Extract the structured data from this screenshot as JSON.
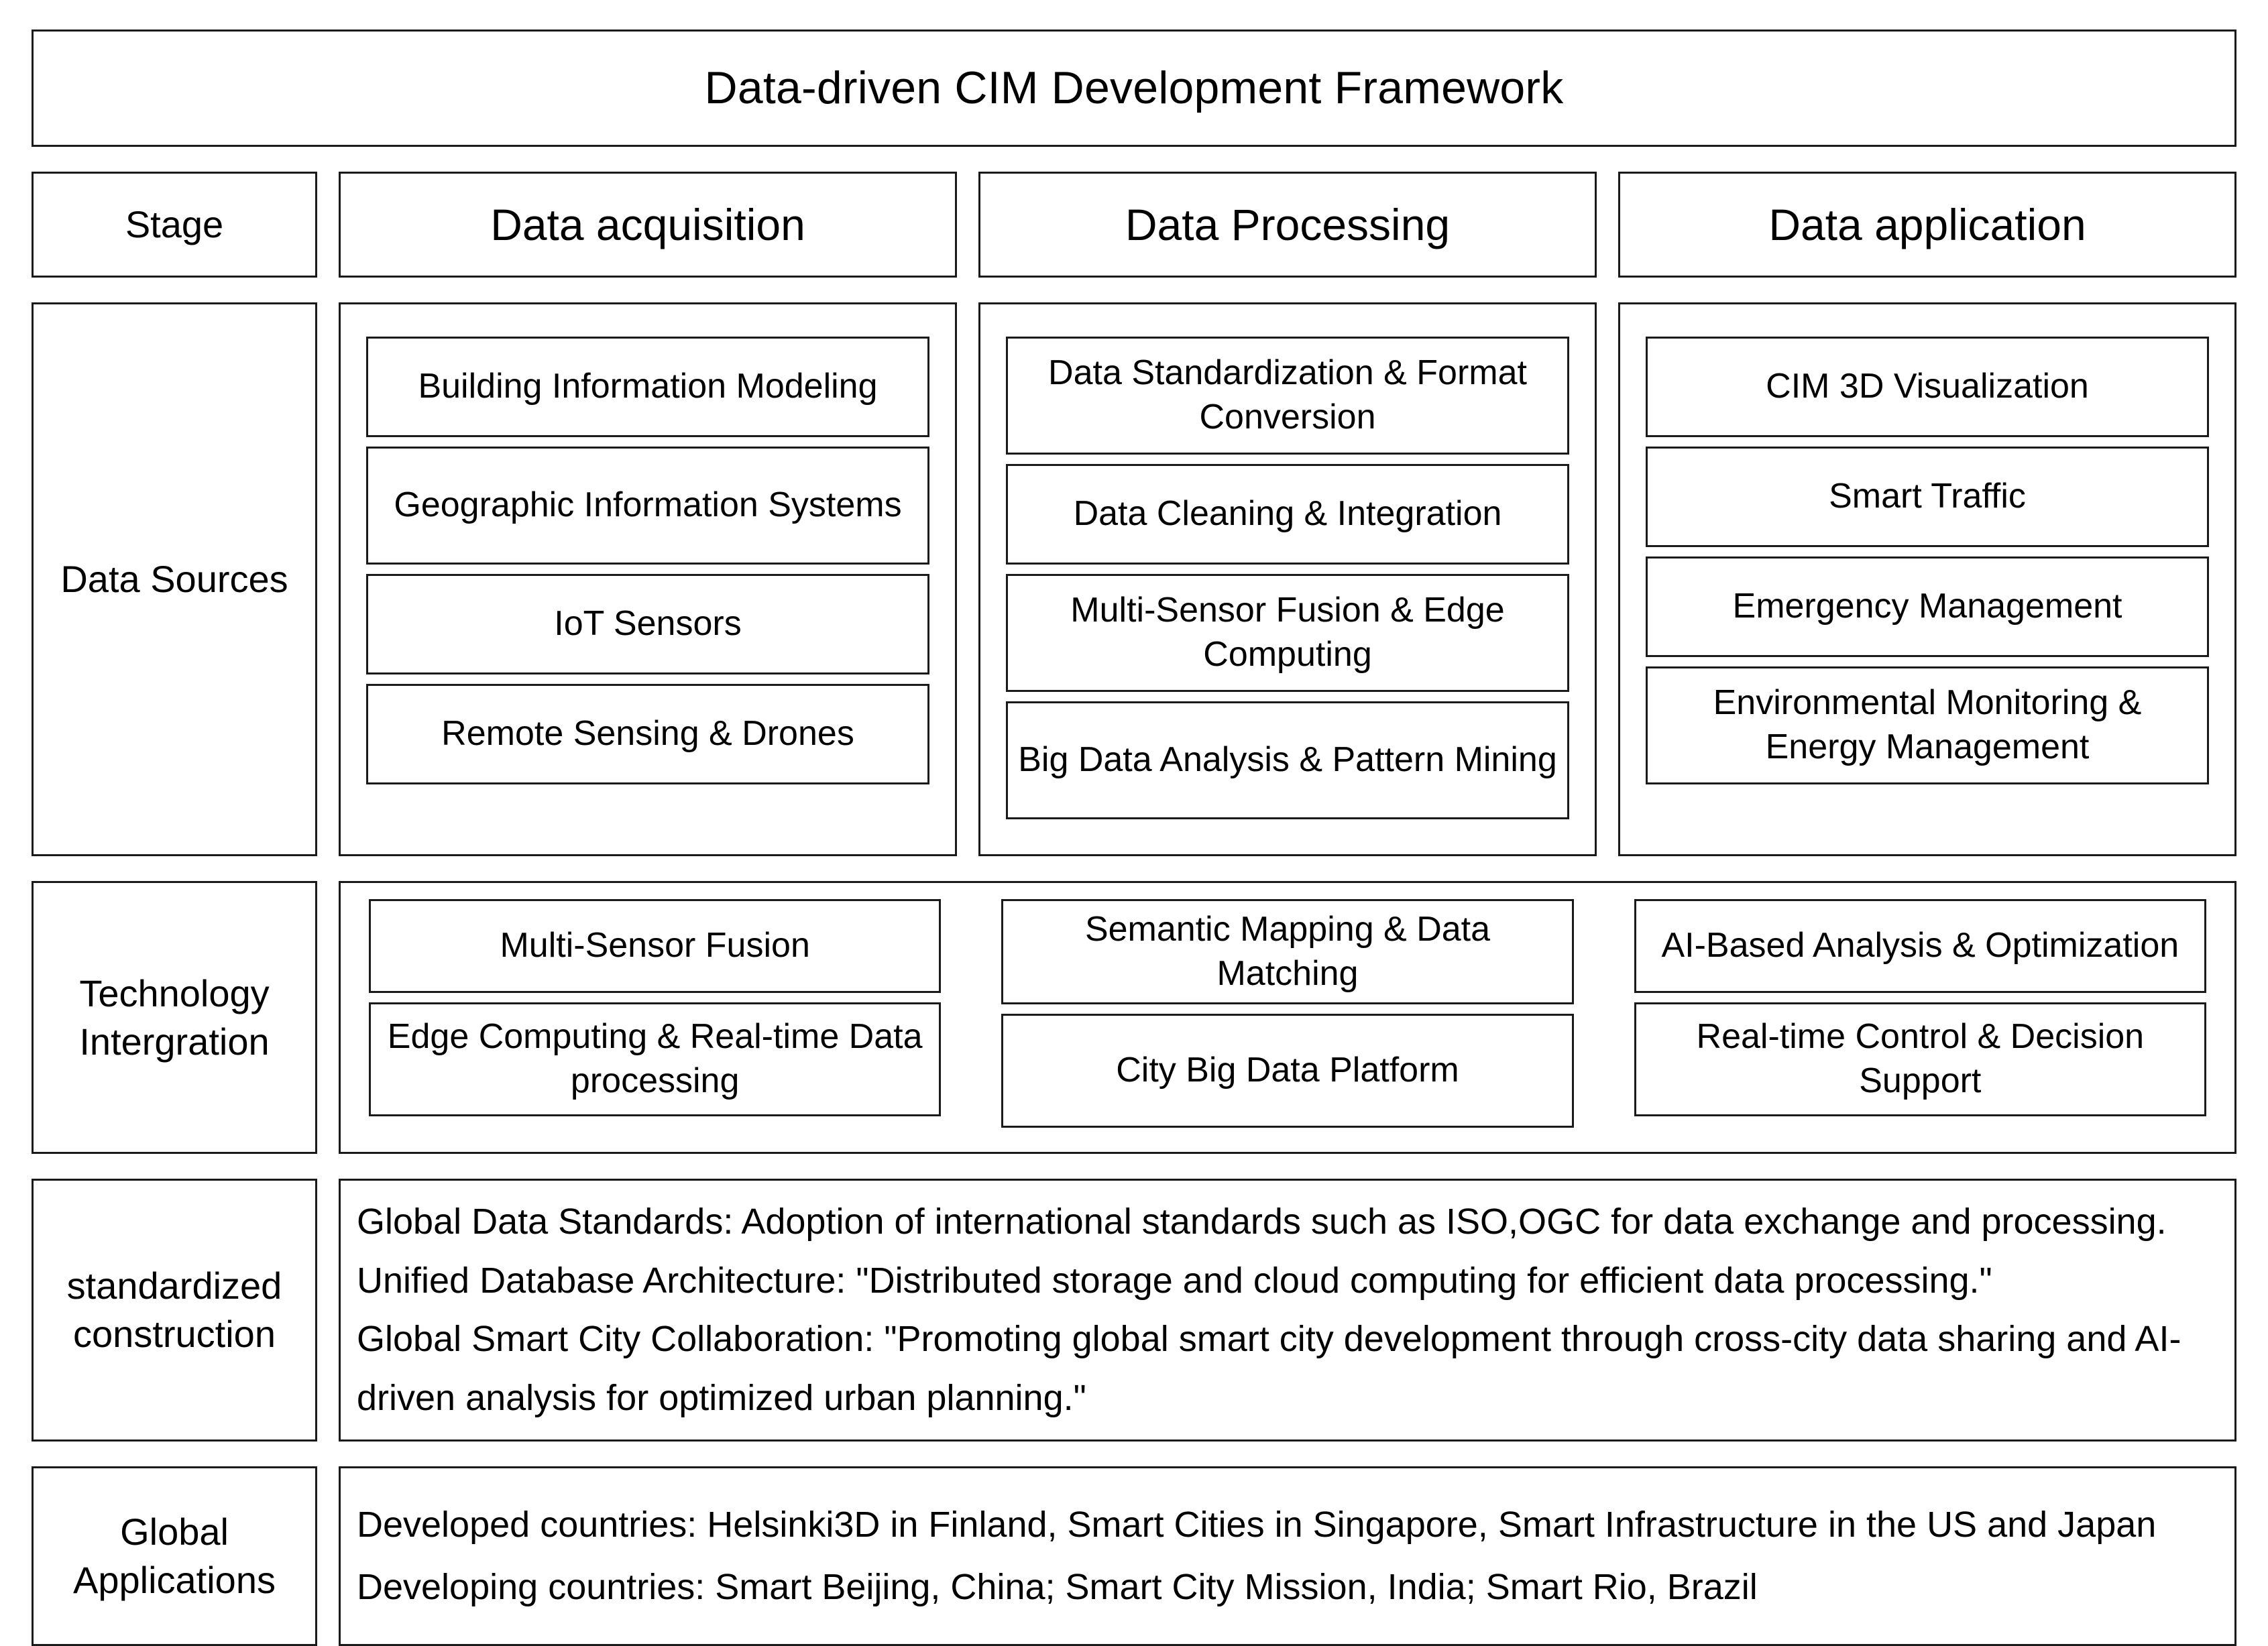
{
  "title": "Data-driven CIM Development Framework",
  "stage_row": {
    "row_label": "Stage",
    "stages": [
      "Data acquisition",
      "Data Processing",
      "Data application"
    ]
  },
  "data_sources_row": {
    "row_label": "Data Sources",
    "columns": [
      {
        "stage": "Data acquisition",
        "items": [
          "Building Information Modeling",
          "Geographic Information Systems",
          "IoT Sensors",
          "Remote Sensing & Drones"
        ]
      },
      {
        "stage": "Data Processing",
        "items": [
          "Data Standardization & Format Conversion",
          "Data Cleaning & Integration",
          "Multi-Sensor Fusion & Edge Computing",
          "Big Data Analysis & Pattern Mining"
        ]
      },
      {
        "stage": "Data application",
        "items": [
          "CIM 3D Visualization",
          "Smart Traffic",
          "Emergency Management",
          "Environmental Monitoring & Energy Management"
        ]
      }
    ]
  },
  "technology_row": {
    "row_label": "Technology Intergration",
    "columns": [
      {
        "stage": "Data acquisition",
        "items": [
          "Multi-Sensor Fusion",
          "Edge Computing & Real-time Data processing"
        ]
      },
      {
        "stage": "Data Processing",
        "items": [
          "Semantic Mapping & Data Matching",
          "City Big Data Platform"
        ]
      },
      {
        "stage": "Data application",
        "items": [
          "AI-Based Analysis & Optimization",
          "Real-time Control & Decision Support"
        ]
      }
    ]
  },
  "standardized_row": {
    "row_label": "standardized construction",
    "lines": [
      "Global Data Standards: Adoption of international standards such as ISO,OGC for data exchange and processing.",
      "Unified Database Architecture: \"Distributed storage and cloud computing for efficient data processing.\"",
      "Global Smart City Collaboration: \"Promoting global smart city development through cross-city data sharing and AI-driven analysis for optimized urban planning.\""
    ]
  },
  "global_applications_row": {
    "row_label": "Global Applications",
    "lines": [
      "Developed countries: Helsinki3D in Finland, Smart Cities in Singapore, Smart Infrastructure in the US and Japan",
      "Developing countries: Smart Beijing, China; Smart City Mission, India; Smart Rio, Brazil"
    ]
  },
  "colors": {
    "border": "#1a1a1a",
    "background": "#ffffff",
    "text": "#000000"
  }
}
